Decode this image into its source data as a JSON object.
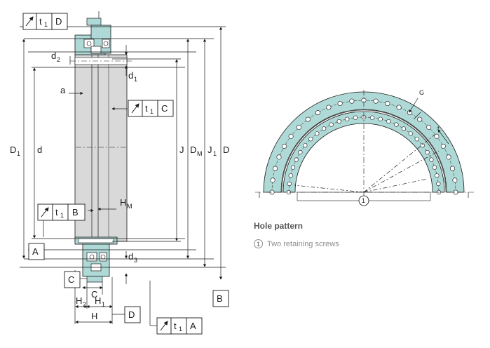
{
  "colors": {
    "ring_fill": "#aed9d6",
    "body_fill": "#d9d9d9",
    "line": "#1a1a1a",
    "caption_gray": "#8c8c8c"
  },
  "fcf": {
    "top": {
      "tol": "t",
      "sub": "1",
      "datum": "D"
    },
    "mid": {
      "tol": "t",
      "sub": "1",
      "datum": "C"
    },
    "left": {
      "tol": "t",
      "sub": "1",
      "datum": "B"
    },
    "bottom": {
      "tol": "t",
      "sub": "1",
      "datum": "A"
    }
  },
  "datums": {
    "A": "A",
    "B": "B",
    "C": "C",
    "D": "D"
  },
  "dims": {
    "d2": {
      "main": "d",
      "sub": "2"
    },
    "d1": {
      "main": "d",
      "sub": "1"
    },
    "a": {
      "main": "a",
      "sub": ""
    },
    "D1": {
      "main": "D",
      "sub": "1"
    },
    "d": {
      "main": "d",
      "sub": ""
    },
    "J": {
      "main": "J",
      "sub": ""
    },
    "DM": {
      "main": "D",
      "sub": "M"
    },
    "J1": {
      "main": "J",
      "sub": "1"
    },
    "D": {
      "main": "D",
      "sub": ""
    },
    "HM": {
      "main": "H",
      "sub": "M"
    },
    "d3": {
      "main": "d",
      "sub": "3"
    },
    "C": {
      "main": "C",
      "sub": ""
    },
    "H2": {
      "main": "H",
      "sub": "2"
    },
    "H1": {
      "main": "H",
      "sub": "1"
    },
    "H": {
      "main": "H",
      "sub": ""
    },
    "G": {
      "main": "G",
      "sub": ""
    },
    "t": {
      "main": "t",
      "sub": ""
    }
  },
  "callout_number": "1",
  "caption": {
    "title": "Hole pattern",
    "note_number": "1",
    "note_text": "Two retaining screws"
  }
}
